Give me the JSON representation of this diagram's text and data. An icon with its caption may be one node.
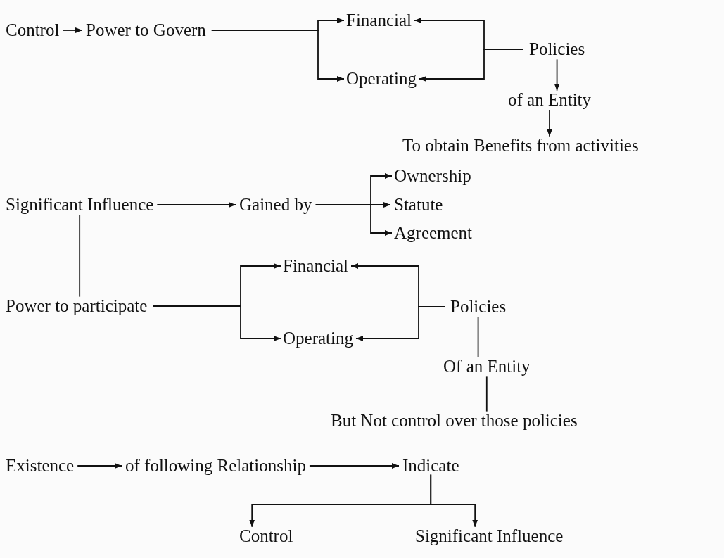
{
  "diagram": {
    "nodes": [
      {
        "text": [
          "Control"
        ]
      },
      {
        "text": [
          "Power to Govern"
        ]
      },
      {
        "text": [
          "Financial"
        ]
      },
      {
        "text": [
          "Operating"
        ]
      },
      {
        "text": [
          "Policies"
        ]
      },
      {
        "text": [
          "of an Entity"
        ]
      },
      {
        "text": [
          "To obtain Benefits from activities"
        ]
      },
      {
        "text": [
          "Significant Influence"
        ]
      },
      {
        "text": [
          "Gained by"
        ]
      },
      {
        "text": [
          "Ownership"
        ]
      },
      {
        "text": [
          "Statute"
        ]
      },
      {
        "text": [
          "Agreement"
        ]
      },
      {
        "text": [
          "Power to participate"
        ]
      },
      {
        "text": [
          "Financial"
        ]
      },
      {
        "text": [
          "Operating"
        ]
      },
      {
        "text": [
          "Policies"
        ]
      },
      {
        "text": [
          "Of an Entity"
        ]
      },
      {
        "text": [
          "But Not control over those policies"
        ]
      },
      {
        "text": [
          "Existence"
        ]
      },
      {
        "text": [
          "of following Relationship"
        ]
      },
      {
        "text": [
          "Indicate"
        ]
      },
      {
        "text": [
          "Control"
        ]
      },
      {
        "text": [
          "Significant Influence"
        ]
      }
    ],
    "edges": [
      {
        "from": 0,
        "to": 1,
        "arrow": "to"
      },
      {
        "from": 1,
        "to": 2,
        "arrow": "to"
      },
      {
        "from": 1,
        "to": 3,
        "arrow": "to"
      },
      {
        "from": 4,
        "to": 2,
        "arrow": "to"
      },
      {
        "from": 4,
        "to": 3,
        "arrow": "to"
      },
      {
        "from": 4,
        "to": 5,
        "arrow": "to"
      },
      {
        "from": 5,
        "to": 6,
        "arrow": "to"
      },
      {
        "from": 7,
        "to": 8,
        "arrow": "to"
      },
      {
        "from": 8,
        "to": 9,
        "arrow": "to"
      },
      {
        "from": 8,
        "to": 10,
        "arrow": "to"
      },
      {
        "from": 8,
        "to": 11,
        "arrow": "to"
      },
      {
        "from": 7,
        "to": 12,
        "arrow": "none"
      },
      {
        "from": 12,
        "to": 13,
        "arrow": "to"
      },
      {
        "from": 12,
        "to": 14,
        "arrow": "to"
      },
      {
        "from": 15,
        "to": 13,
        "arrow": "to"
      },
      {
        "from": 15,
        "to": 14,
        "arrow": "to"
      },
      {
        "from": 15,
        "to": 16,
        "arrow": "none"
      },
      {
        "from": 16,
        "to": 17,
        "arrow": "none"
      },
      {
        "from": 18,
        "to": 19,
        "arrow": "to"
      },
      {
        "from": 19,
        "to": 20,
        "arrow": "to"
      },
      {
        "from": 20,
        "to": 21,
        "arrow": "to"
      },
      {
        "from": 20,
        "to": 22,
        "arrow": "to"
      }
    ]
  }
}
